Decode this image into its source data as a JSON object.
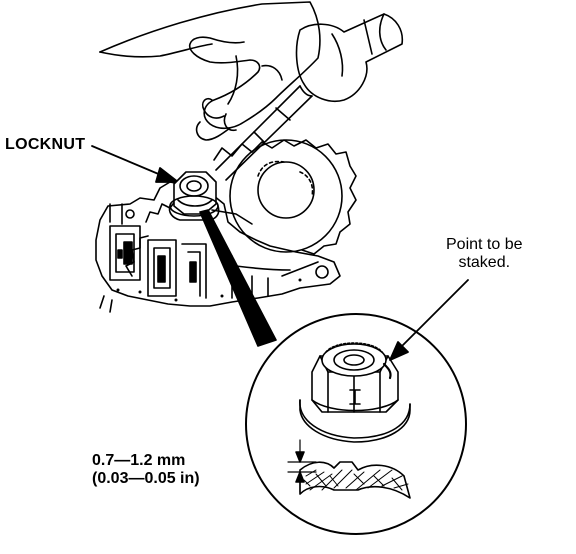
{
  "labels": {
    "locknut": "LOCKNUT",
    "point_line1": "Point to be",
    "point_line2": "staked.",
    "spec_mm": "0.7—1.2 mm",
    "spec_in": "(0.03—0.05 in)"
  },
  "colors": {
    "ink": "#000000",
    "paper": "#ffffff"
  }
}
